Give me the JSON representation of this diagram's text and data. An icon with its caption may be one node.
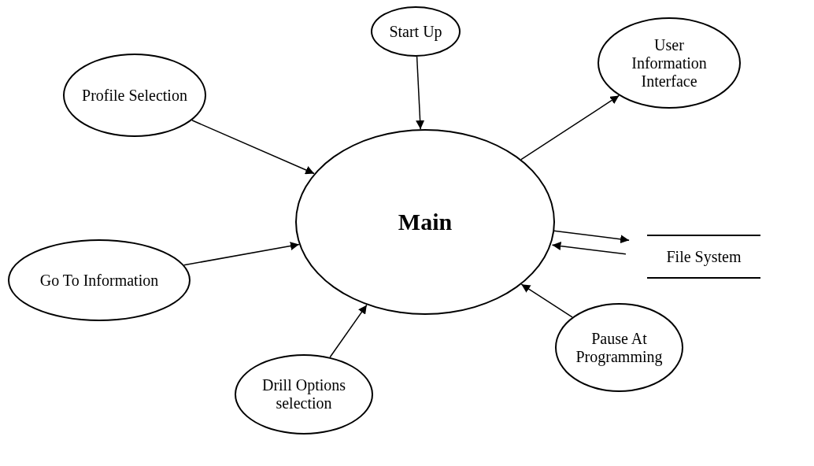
{
  "diagram": {
    "nodes": [
      {
        "text": [
          "Start Up"
        ]
      },
      {
        "text": [
          "Profile Selection"
        ]
      },
      {
        "text": [
          "User Information Interface"
        ]
      },
      {
        "text": [
          "Main"
        ]
      },
      {
        "text": [
          "File System"
        ]
      },
      {
        "text": [
          "Go To Information"
        ]
      },
      {
        "text": [
          "Drill Options selection"
        ]
      },
      {
        "text": [
          "Pause At Programming"
        ]
      }
    ],
    "edges": [
      {
        "from": 0,
        "to": 3,
        "arrow": "to"
      },
      {
        "from": 1,
        "to": 3,
        "arrow": "to"
      },
      {
        "from": 3,
        "to": 2,
        "arrow": "to"
      },
      {
        "from": 3,
        "to": 4,
        "arrow": "to"
      },
      {
        "from": 4,
        "to": 3,
        "arrow": "to"
      },
      {
        "from": 5,
        "to": 3,
        "arrow": "to"
      },
      {
        "from": 6,
        "to": 3,
        "arrow": "to"
      },
      {
        "from": 7,
        "to": 3,
        "arrow": "to"
      }
    ]
  }
}
